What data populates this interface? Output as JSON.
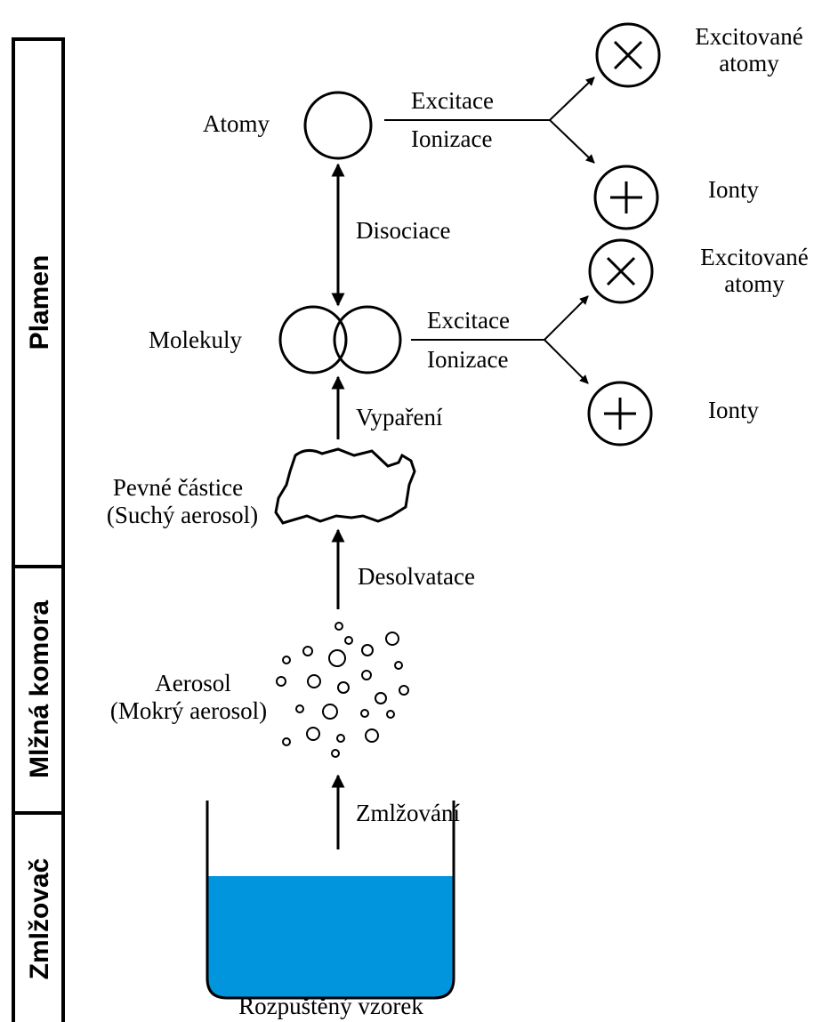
{
  "sidebar": {
    "sections": [
      {
        "label": "Plamen"
      },
      {
        "label": "Mlžná komora"
      },
      {
        "label": "Zmlžovač"
      }
    ]
  },
  "vessel": {
    "label": "Rozpuštěný vzorek",
    "liquid_color": "#0095dc"
  },
  "processes": {
    "nebulization": "Zmlžování",
    "desolvation": "Desolvatace",
    "vaporization": "Vypaření",
    "dissociation": "Disociace",
    "excitation_top": "Excitace",
    "ionization_top": "Ionizace",
    "excitation_mid": "Excitace",
    "ionization_mid": "Ionizace"
  },
  "states": {
    "wet_aerosol_line1": "Aerosol",
    "wet_aerosol_line2": "(Mokrý aerosol)",
    "dry_aerosol_line1": "Pevné částice",
    "dry_aerosol_line2": "(Suchý aerosol)",
    "molecules": "Molekuly",
    "atoms": "Atomy"
  },
  "products": {
    "excited_atoms_top_line1": "Excitované",
    "excited_atoms_top_line2": "atomy",
    "ions_top": "Ionty",
    "excited_atoms_mid_line1": "Excitované",
    "excited_atoms_mid_line2": "atomy",
    "ions_mid": "Ionty"
  }
}
